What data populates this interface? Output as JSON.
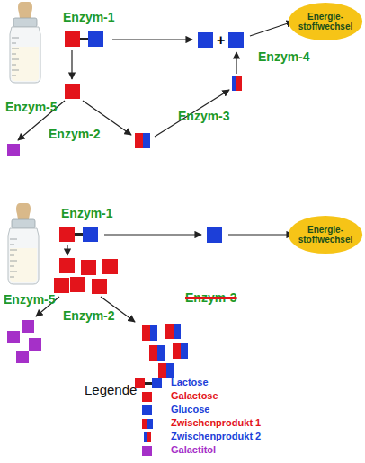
{
  "diagram": {
    "nodes": [
      {
        "text": [
          "Energie- stoffwechsel"
        ]
      },
      {
        "text": [
          "Energie- stoffwechsel"
        ]
      }
    ],
    "labels": [
      "Enzym-1",
      "+",
      "Enzym-4",
      "Enzym-5",
      "Enzym-2",
      "Enzym-3",
      "Enzym-1",
      "Enzym-5",
      "Enzym-2",
      "Enzym-3",
      "Legende"
    ],
    "legend": [
      {
        "text": "Lactose"
      },
      {
        "text": "Galactose",
        "color": "#e3141b"
      },
      {
        "text": "Glucose",
        "color": "#1c3fd8"
      },
      {
        "text": "Zwischenprodukt 1"
      },
      {
        "text": "Zwischenprodukt 2"
      },
      {
        "text": "Galactitol",
        "color": "#a530c8"
      }
    ]
  }
}
